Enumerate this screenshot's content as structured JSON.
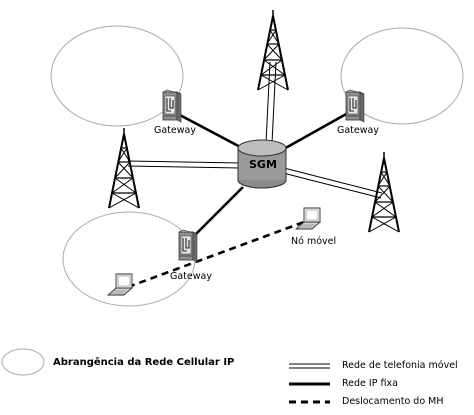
{
  "nodes": {
    "gateway_left": "Gateway",
    "gateway_right": "Gateway",
    "gateway_bottom": "Gateway",
    "core": "SGM",
    "mobile_node": "Nó móvel"
  },
  "legend": {
    "coverage": "Abrangência da Rede Cellular IP",
    "telephony": "Rede de telefonia móvel",
    "ip_network": "Rede IP fixa",
    "movement": "Deslocamento do MH"
  },
  "icons": {
    "gateway": "gateway-server-icon",
    "tower": "radio-tower-icon",
    "laptop": "laptop-icon",
    "core": "database-cylinder-icon"
  }
}
